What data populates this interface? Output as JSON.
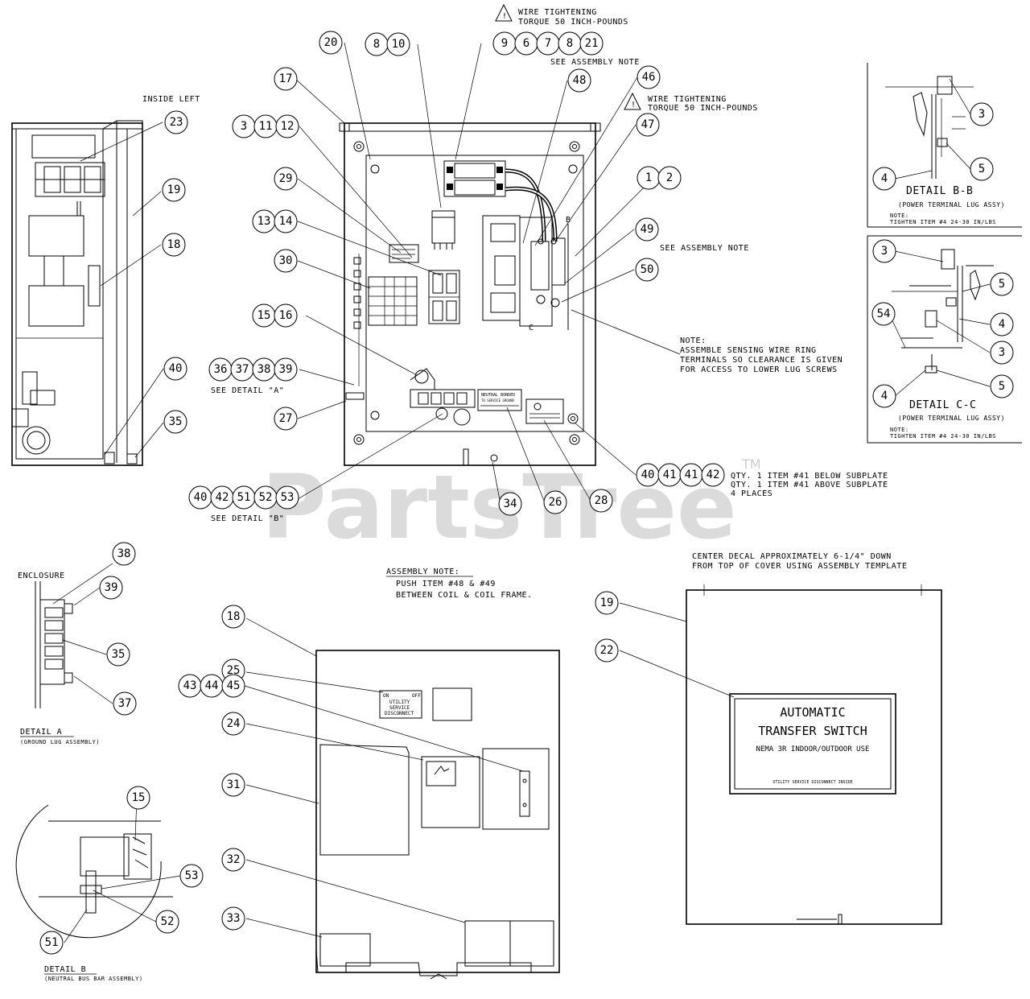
{
  "watermark": {
    "text": "PartsTree",
    "tm": "TM"
  },
  "callouts": {
    "c23": "23",
    "c19a": "19",
    "c18a": "18",
    "c40a": "40",
    "c35a": "35",
    "c17": "17",
    "c20": "20",
    "c8": "8",
    "c10": "10",
    "c9": "9",
    "c6": "6",
    "c7": "7",
    "c8b": "8",
    "c21": "21",
    "c48": "48",
    "c46": "46",
    "c47": "47",
    "c3a": "3",
    "c11": "11",
    "c12": "12",
    "c29": "29",
    "c13": "13",
    "c14": "14",
    "c30": "30",
    "c15": "15",
    "c16": "16",
    "c36": "36",
    "c37a": "37",
    "c38a": "38",
    "c39a": "39",
    "c27": "27",
    "c1": "1",
    "c2": "2",
    "c49": "49",
    "c50": "50",
    "c40b": "40",
    "c41a": "41",
    "c41b": "41",
    "c42a": "42",
    "c40c": "40",
    "c42b": "42",
    "c51a": "51",
    "c52a": "52",
    "c53a": "53",
    "c34": "34",
    "c26": "26",
    "c28": "28",
    "c3b": "3",
    "c5a": "5",
    "c4a": "4",
    "c3c": "3",
    "c5b": "5",
    "c4b": "4",
    "c3d": "3",
    "c54": "54",
    "c4c": "4",
    "c5c": "5",
    "c38b": "38",
    "c39b": "39",
    "c35b": "35",
    "c37b": "37",
    "c18b": "18",
    "c25": "25",
    "c43": "43",
    "c44": "44",
    "c45": "45",
    "c24": "24",
    "c31": "31",
    "c32": "32",
    "c33": "33",
    "c19b": "19",
    "c22": "22",
    "c15b": "15",
    "c53b": "53",
    "c52b": "52",
    "c51b": "51"
  },
  "notes": {
    "wire_torque_1a": "WIRE TIGHTENING",
    "wire_torque_1b": "TORQUE 50 INCH-POUNDS",
    "see_assembly_note_1": "SEE ASSEMBLY NOTE",
    "wire_torque_2a": "WIRE TIGHTENING",
    "wire_torque_2b": "TORQUE 50 INCH-POUNDS",
    "inside_left": "INSIDE LEFT",
    "see_assembly_note_2": "SEE ASSEMBLY NOTE",
    "note_1": "NOTE:",
    "note_2": "ASSEMBLE SENSING WIRE RING",
    "note_3": "TERMINALS SO CLEARANCE IS GIVEN",
    "note_4": "FOR ACCESS TO LOWER LUG SCREWS",
    "see_detail_a": "SEE DETAIL \"A\"",
    "see_detail_b": "SEE DETAIL \"B\"",
    "qty_1": "QTY. 1 ITEM #41 BELOW SUBPLATE",
    "qty_2": "QTY. 1 ITEM #41 ABOVE SUBPLATE",
    "qty_3": "4 PLACES",
    "detail_bb": "DETAIL B-B",
    "detail_bb_sub": "(POWER TERMINAL LUG ASSY)",
    "detail_bb_note1": "NOTE:",
    "detail_bb_note2": "TIGHTEN ITEM #4 24-30 IN/LBS",
    "detail_cc": "DETAIL C-C",
    "detail_cc_sub": "(POWER TERMINAL LUG ASSY)",
    "detail_cc_note1": "NOTE:",
    "detail_cc_note2": "TIGHTEN ITEM #4 24-30 IN/LBS",
    "enclosure": "ENCLOSURE",
    "detail_a": "DETAIL A",
    "detail_a_sub": "(GROUND LUG ASSEMBLY)",
    "assembly_note_title": "ASSEMBLY NOTE:",
    "assembly_note_1": "PUSH ITEM #48 & #49",
    "assembly_note_2": "BETWEEN COIL & COIL FRAME.",
    "center_decal_1": "CENTER DECAL APPROXIMATELY 6-1/4\" DOWN",
    "center_decal_2": "FROM TOP OF COVER USING ASSEMBLY TEMPLATE",
    "detail_b": "DETAIL B",
    "detail_b_sub": "(NEUTRAL BUS BAR ASSEMBLY)"
  },
  "decal": {
    "line1": "AUTOMATIC",
    "line2": "TRANSFER SWITCH",
    "line3": "NEMA 3R    INDOOR/OUTDOOR USE",
    "line4": "UTILITY SERVICE DISCONNECT INSIDE"
  },
  "utility_label": {
    "on": "ON",
    "off": "OFF",
    "l1": "UTILITY",
    "l2": "SERVICE",
    "l3": "DISCONNECT"
  },
  "neutral_label": {
    "l1": "NEUTRAL BONDED",
    "l2": "TO SERVICE GROUND"
  }
}
